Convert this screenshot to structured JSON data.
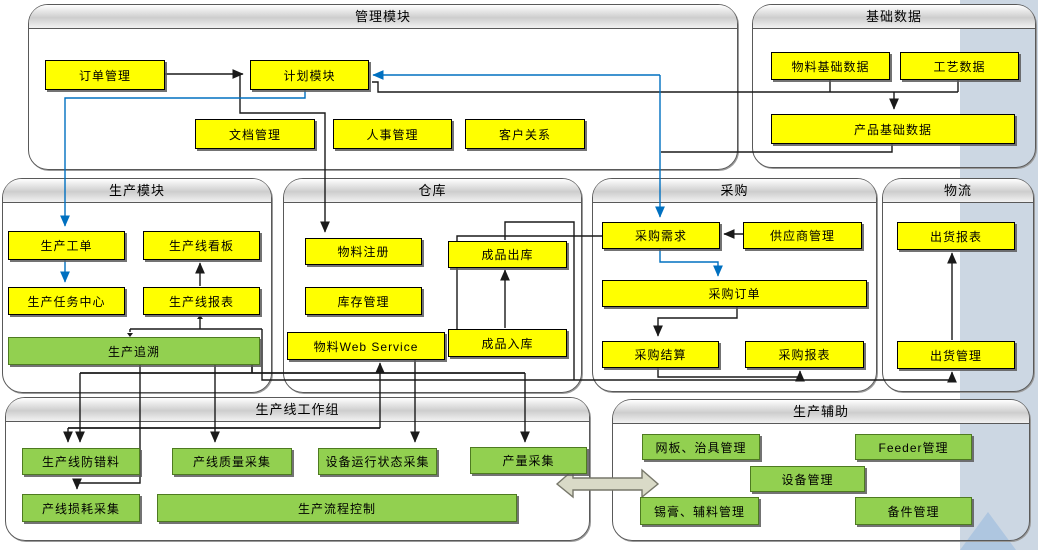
{
  "colors": {
    "box_yellow": "#ffff00",
    "box_green": "#92d050",
    "arrow_black": "#1a1a1a",
    "arrow_blue": "#0070c0",
    "band_blue_gray": "#ccd7e3",
    "corner_triangle": "#aec6e0",
    "hollow_arrow_fill": "#d9dac7",
    "hollow_arrow_border": "#77776a"
  },
  "modules": [
    {
      "id": "management",
      "title": "管理模块",
      "boxes": [
        {
          "id": "order-mgmt",
          "label": "订单管理"
        },
        {
          "id": "plan-module",
          "label": "计划模块"
        },
        {
          "id": "doc-mgmt",
          "label": "文档管理"
        },
        {
          "id": "hr-mgmt",
          "label": "人事管理"
        },
        {
          "id": "customer-relations",
          "label": "客户关系"
        }
      ]
    },
    {
      "id": "base-data",
      "title": "基础数据",
      "boxes": [
        {
          "id": "material-base-data",
          "label": "物料基础数据"
        },
        {
          "id": "process-data",
          "label": "工艺数据"
        },
        {
          "id": "product-base-data",
          "label": "产品基础数据"
        }
      ]
    },
    {
      "id": "production",
      "title": "生产模块",
      "boxes": [
        {
          "id": "production-workorder",
          "label": "生产工单"
        },
        {
          "id": "line-kanban",
          "label": "生产线看板"
        },
        {
          "id": "production-task-center",
          "label": "生产任务中心"
        },
        {
          "id": "line-report",
          "label": "生产线报表"
        },
        {
          "id": "production-trace",
          "label": "生产追溯"
        }
      ]
    },
    {
      "id": "warehouse",
      "title": "仓库",
      "boxes": [
        {
          "id": "material-register",
          "label": "物料注册"
        },
        {
          "id": "finished-outbound",
          "label": "成品出库"
        },
        {
          "id": "inventory-mgmt",
          "label": "库存管理"
        },
        {
          "id": "material-web-service",
          "label": "物料Web Service"
        },
        {
          "id": "finished-inbound",
          "label": "成品入库"
        }
      ]
    },
    {
      "id": "purchase",
      "title": "采购",
      "boxes": [
        {
          "id": "purchase-demand",
          "label": "采购需求"
        },
        {
          "id": "supplier-mgmt",
          "label": "供应商管理"
        },
        {
          "id": "purchase-order",
          "label": "采购订单"
        },
        {
          "id": "purchase-settlement",
          "label": "采购结算"
        },
        {
          "id": "purchase-report",
          "label": "采购报表"
        }
      ]
    },
    {
      "id": "logistics",
      "title": "物流",
      "boxes": [
        {
          "id": "shipping-report",
          "label": "出货报表"
        },
        {
          "id": "shipping-mgmt",
          "label": "出货管理"
        }
      ]
    },
    {
      "id": "line-workgroup",
      "title": "生产线工作组",
      "boxes": [
        {
          "id": "line-error-proof",
          "label": "生产线防错料"
        },
        {
          "id": "line-quality-collect",
          "label": "产线质量采集"
        },
        {
          "id": "equipment-status-collect",
          "label": "设备运行状态采集"
        },
        {
          "id": "output-collect",
          "label": "产量采集"
        },
        {
          "id": "line-loss-collect",
          "label": "产线损耗采集"
        },
        {
          "id": "process-control",
          "label": "生产流程控制"
        }
      ]
    },
    {
      "id": "production-aux",
      "title": "生产辅助",
      "boxes": [
        {
          "id": "stencil-fixture-mgmt",
          "label": "网板、治具管理"
        },
        {
          "id": "feeder-mgmt",
          "label": "Feeder管理"
        },
        {
          "id": "equipment-mgmt",
          "label": "设备管理"
        },
        {
          "id": "solder-paste-mgmt",
          "label": "锡膏、辅料管理"
        },
        {
          "id": "spare-parts-mgmt",
          "label": "备件管理"
        }
      ]
    }
  ]
}
